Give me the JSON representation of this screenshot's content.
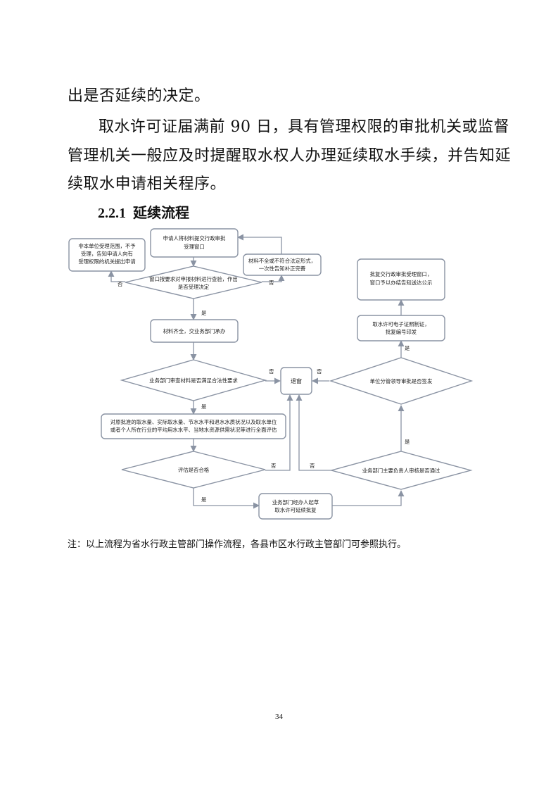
{
  "body_text": {
    "p1": "出是否延续的决定。",
    "p2_line1": "取水许可证届满前 90 日，具有管理权限的审批机关或监督",
    "p2_line2": "管理机关一般应及时提醒取水权人办理延续取水手续，并告知延",
    "p2_line3": "续取水申请相关程序。"
  },
  "heading": {
    "number": "2.2.1",
    "title": "延续流程"
  },
  "flowchart": {
    "nodes": {
      "submit": [
        "申请人将材料提交行政审批",
        "受理窗口"
      ],
      "not_in_scope": [
        "非本单位受理范围，不予",
        "受理，告知申请人向有",
        "受理权限的机关提出申请"
      ],
      "incomplete": [
        "材料不全或不符合法定形式，",
        "一次性告知补正完善"
      ],
      "window_check": [
        "窗口按要求对申报材料进行查验，作出",
        "是否受理决定"
      ],
      "complete": [
        "材料齐全，交业务部门承办"
      ],
      "legality_check": [
        "业务部门审查材料是否满足合法性要求"
      ],
      "return": [
        "退窗"
      ],
      "assess": [
        "对原批准的取水量、实际取水量、节水水平和退水水质状况以及取水单位",
        "或者个人所在行业的平均用水水平、当地水资源供需状况等进行全面评估"
      ],
      "assess_ok": [
        "评估是否合格"
      ],
      "draft": [
        "业务部门经办人起草",
        "取水许可延续批复"
      ],
      "dept_head": [
        "业务部门主要负责人审核是否通过"
      ],
      "leader": [
        "单位分管领导审批是否签发"
      ],
      "issue": [
        "取水许可电子证照制证，",
        "批复编号印发"
      ],
      "deliver": [
        "批复交行政审批受理窗口，",
        "窗口予以办结告知送达公示"
      ]
    },
    "labels": {
      "yes": "是",
      "no": "否"
    }
  },
  "note": "注：以上流程为省水行政主管部门操作流程，各县市区水行政主管部门可参照执行。",
  "page_number": "34"
}
